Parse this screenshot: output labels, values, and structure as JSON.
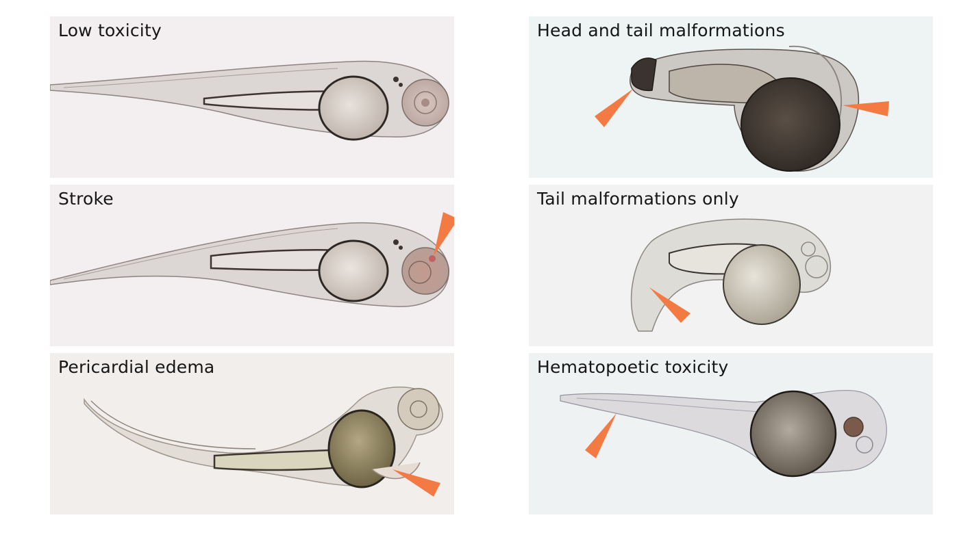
{
  "panels": {
    "low_toxicity": {
      "title": "Low toxicity"
    },
    "stroke": {
      "title": "Stroke"
    },
    "pericardial_edema": {
      "title": "Pericardial edema"
    },
    "head_tail": {
      "title": "Head and tail malformations"
    },
    "tail_only": {
      "title": "Tail malformations only"
    },
    "hematopoetic": {
      "title": "Hematopoetic toxicity"
    }
  },
  "colors": {
    "arrow": "#f47a44",
    "body": "#cfc9c6",
    "outline": "#6b625e",
    "yolk": "#c8beb4",
    "yolk_dark": "#3f3731"
  }
}
